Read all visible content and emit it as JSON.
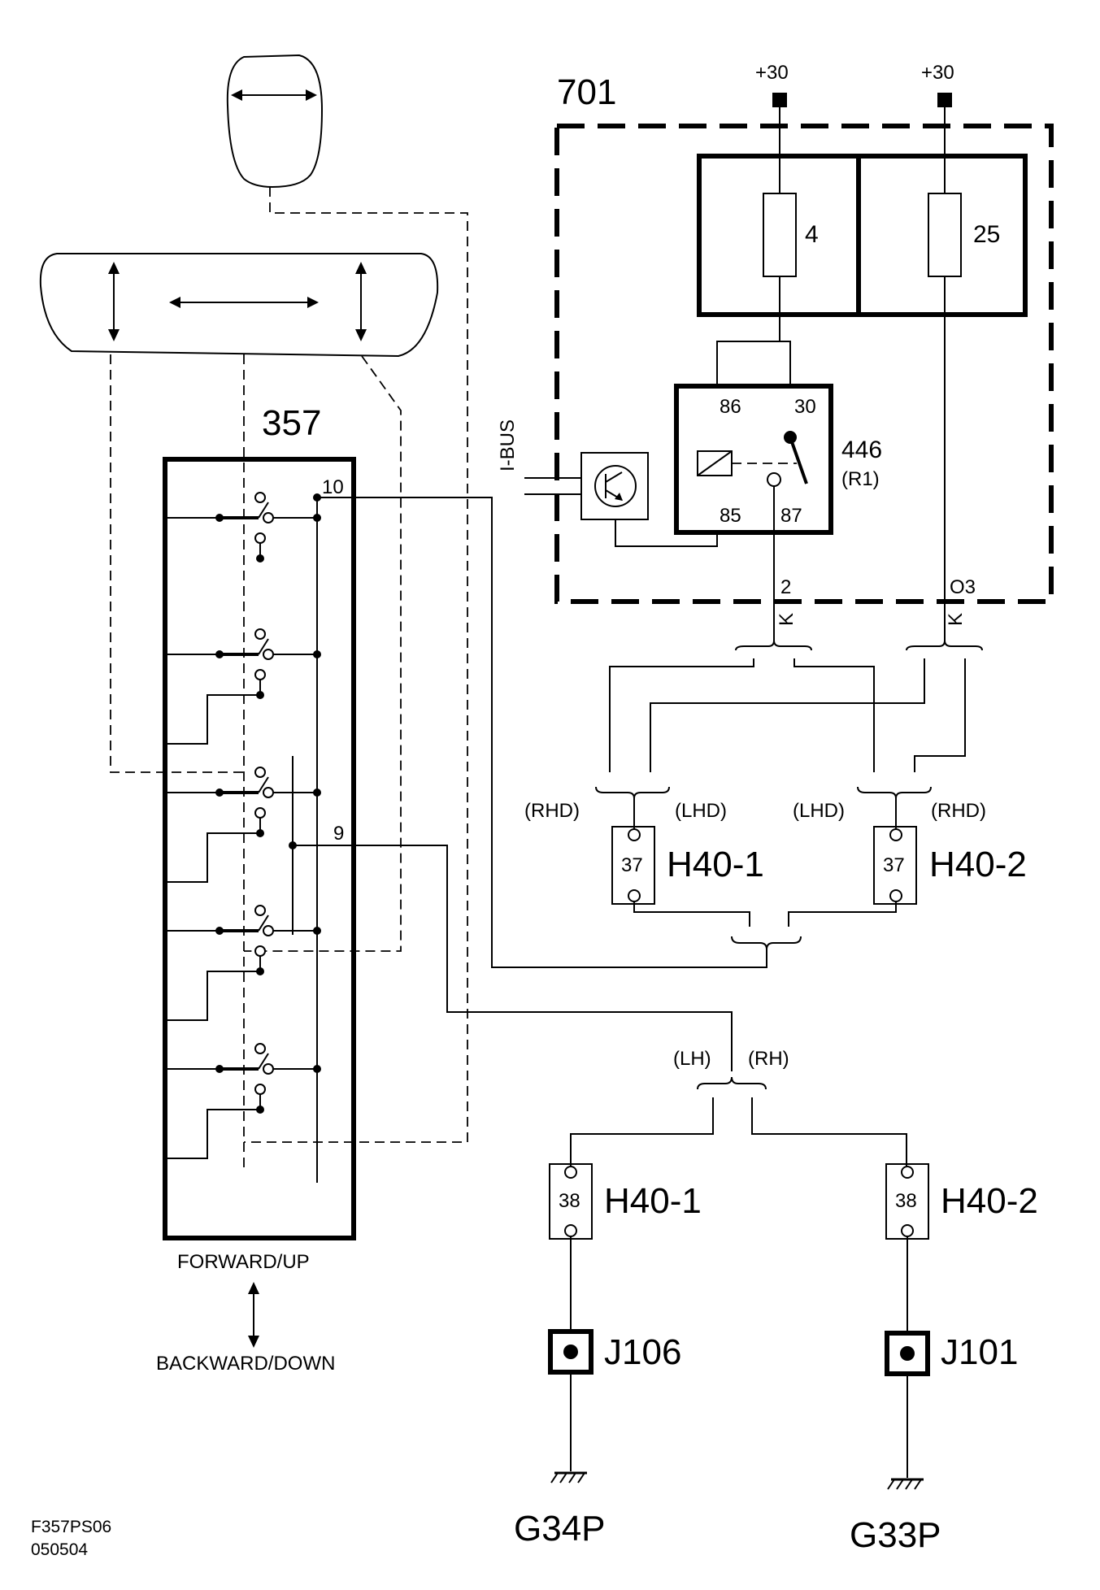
{
  "labels": {
    "ecu_701": "701",
    "fuse_a_supply": "+30",
    "fuse_b_supply": "+30",
    "fuse_a": "4",
    "fuse_b": "25",
    "relay_pin_86": "86",
    "relay_pin_30": "30",
    "relay_pin_85": "85",
    "relay_pin_87": "87",
    "relay_id": "446",
    "relay_ref": "(R1)",
    "ibus": "I-BUS",
    "pin_2": "2",
    "pin_o3": "O3",
    "wire_k_1": "K",
    "wire_k_2": "K",
    "switch_id": "357",
    "switch_pin_10": "10",
    "switch_pin_9": "9",
    "forward_up": "FORWARD/UP",
    "backward_down": "BACKWARD/DOWN",
    "rhd_1": "(RHD)",
    "lhd_1": "(LHD)",
    "lhd_2": "(LHD)",
    "rhd_2": "(RHD)",
    "conn_37_a": "37",
    "conn_37_b": "37",
    "h40_1_upper": "H40-1",
    "h40_2_upper": "H40-2",
    "lh": "(LH)",
    "rh": "(RH)",
    "conn_38_a": "38",
    "conn_38_b": "38",
    "h40_1_lower": "H40-1",
    "h40_2_lower": "H40-2",
    "j106": "J106",
    "j101": "J101",
    "g34p": "G34P",
    "g33p": "G33P",
    "figure_code": "F357PS06",
    "figure_date": "050504"
  }
}
